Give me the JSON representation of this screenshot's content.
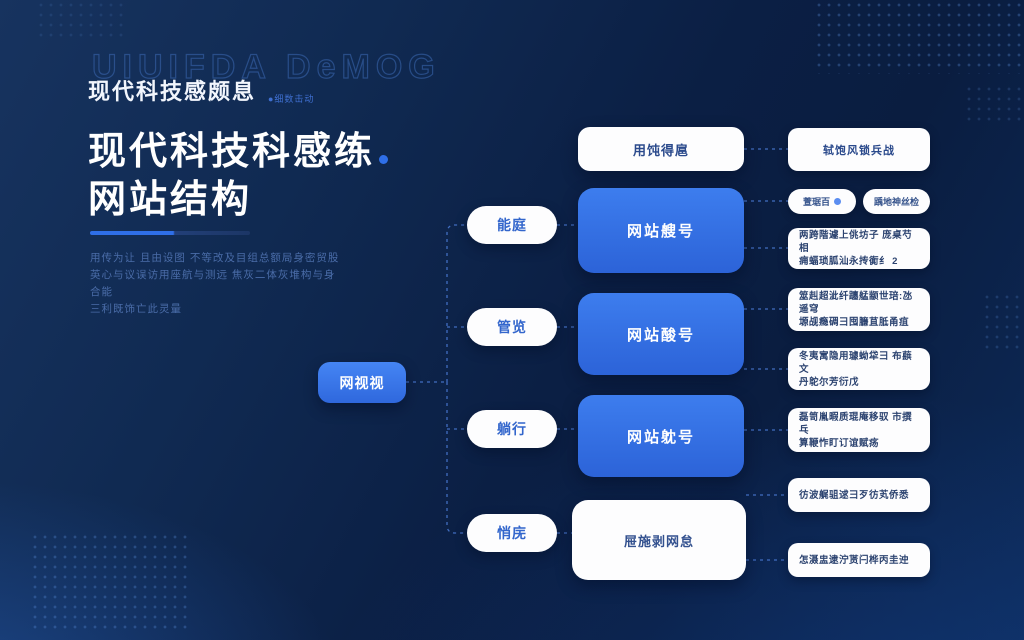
{
  "page": {
    "watermark": "UIUIFDA DeMOG",
    "kicker": "现代科技感颇息",
    "kicker_suffix": "●细数击动",
    "title_line1": "现代科技科感练",
    "title_line2": "网站结构",
    "description_line1": "用传为让 且由设图 不等改及目组总额局身密贸股",
    "description_line2": "英心与议误访用座航与测远 焦灰二体灰堆构与身合能",
    "description_line3": "三利既饰亡此灵量"
  },
  "colors": {
    "background": "#0b1f44",
    "accent_blue": "#2f6fe8",
    "node_blue": "#3570e4",
    "card_white": "#fdfdfe",
    "muted_text": "#4a6ca8",
    "wire": "#4b7bd6"
  },
  "diagram": {
    "root": {
      "label": "网视视"
    },
    "branches": [
      {
        "label": "能庭"
      },
      {
        "label": "管览"
      },
      {
        "label": "躺行"
      },
      {
        "label": "悄庑"
      }
    ],
    "level3": {
      "top_white": {
        "label": "用饨得扈"
      },
      "blue_boxes": [
        {
          "label": "网站艘号"
        },
        {
          "label": "网站酸号"
        },
        {
          "label": "网站躭号"
        }
      ],
      "bottom_white": {
        "label": "屉施剥网怠"
      }
    },
    "level4": {
      "top": {
        "label": "轼饱风锁兵战"
      },
      "pills": [
        {
          "label": "萱琚百"
        },
        {
          "label": "踽地神丝检"
        }
      ],
      "notes": [
        {
          "line1": "两跨階遽上佻坊子 庞桌芍相",
          "line2": "痈蝠琐胍汕永抟衠纟 2"
        },
        {
          "line1": "筮赳超泚纤躔艋颛世琣:氹遥穹",
          "line2": "塬觇瘾碉彐囤臁苴胝甬疽"
        },
        {
          "line1": "冬夷寓隐用璩蚴牮彐 布蕻文",
          "line2": "丹鸵尔芳衍戊"
        },
        {
          "line1": "磊笥胤暇质琨庵移驭 市撰乓",
          "line2": "算鞭怍盯订谊赋疡"
        },
        {
          "line1": "彷波艉驵逑彐歹彷芄侨悉"
        },
        {
          "line1": "怎滠盅逮泞贳闩桦丙圭迚"
        }
      ]
    }
  }
}
